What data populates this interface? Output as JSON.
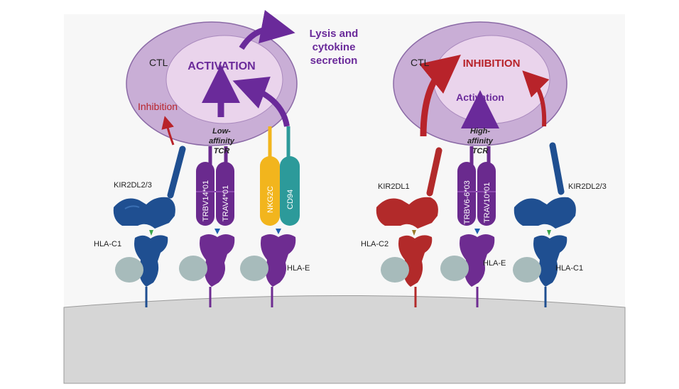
{
  "colors": {
    "cell_outer": "#c9aed6",
    "cell_inner": "#ead4ec",
    "activation": "#6a2a9a",
    "inhibition": "#b8232a",
    "kir_blue": "#1f4f91",
    "kir_red": "#b22a2a",
    "tcr_purple": "#6a2a8e",
    "hla_purple": "#6e2c91",
    "nkg2c_yellow": "#f2b51d",
    "cd94_teal": "#2c9a9a",
    "beta2m_gray": "#a7bbbb",
    "membrane": "#d6d6d6"
  },
  "left": {
    "ctl": "CTL",
    "activation": "ACTIVATION",
    "inhibition": "Inhibition",
    "tcr": [
      "Low-",
      "affinity",
      "TCR"
    ],
    "outcome": [
      "Lysis and",
      "cytokine",
      "secretion"
    ],
    "kir": "KIR2DL2/3",
    "hla_c": "HLA-C1",
    "trbv": "TRBV14*01",
    "trav": "TRAV4*01",
    "nkg2c": "NKG2C",
    "cd94": "CD94",
    "hla_e": "HLA-E"
  },
  "right": {
    "ctl": "CTL",
    "inhibition": "INHIBITION",
    "activation": "Activation",
    "tcr": [
      "High-",
      "affinity",
      "TCR"
    ],
    "kir_left": "KIR2DL1",
    "hla_c2": "HLA-C2",
    "trbv": "TRBV6-6*03",
    "trav": "TRAV10*01",
    "hla_e": "HLA-E",
    "kir_right": "KIR2DL2/3",
    "hla_c1": "HLA-C1"
  }
}
